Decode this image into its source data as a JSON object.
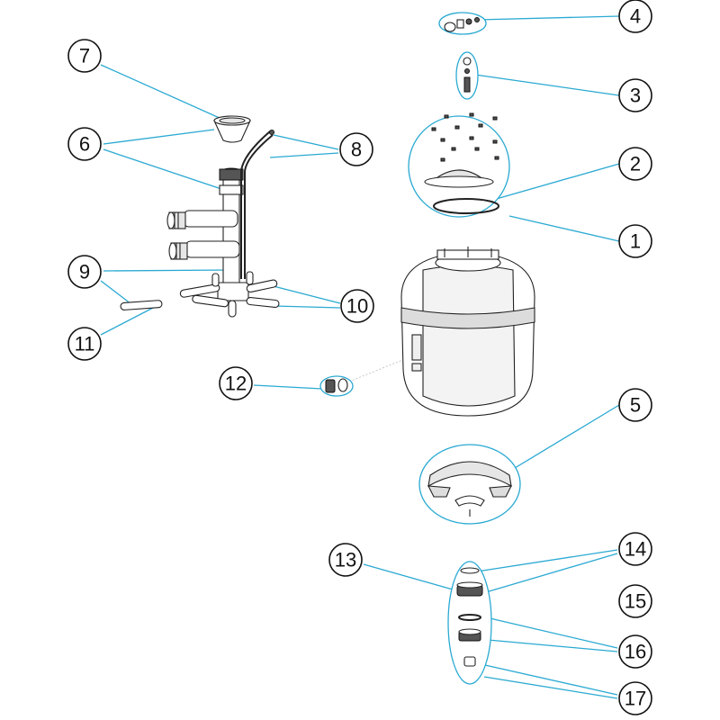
{
  "accent_color": "#2aa9d2",
  "callouts": [
    {
      "id": "1",
      "label": "1"
    },
    {
      "id": "2",
      "label": "2"
    },
    {
      "id": "3",
      "label": "3"
    },
    {
      "id": "4",
      "label": "4"
    },
    {
      "id": "5",
      "label": "5"
    },
    {
      "id": "6",
      "label": "6"
    },
    {
      "id": "7",
      "label": "7"
    },
    {
      "id": "8",
      "label": "8"
    },
    {
      "id": "9",
      "label": "9"
    },
    {
      "id": "10",
      "label": "10"
    },
    {
      "id": "11",
      "label": "11"
    },
    {
      "id": "12",
      "label": "12"
    },
    {
      "id": "13",
      "label": "13"
    },
    {
      "id": "14",
      "label": "14"
    },
    {
      "id": "15",
      "label": "15"
    },
    {
      "id": "16",
      "label": "16"
    },
    {
      "id": "17",
      "label": "17"
    }
  ]
}
